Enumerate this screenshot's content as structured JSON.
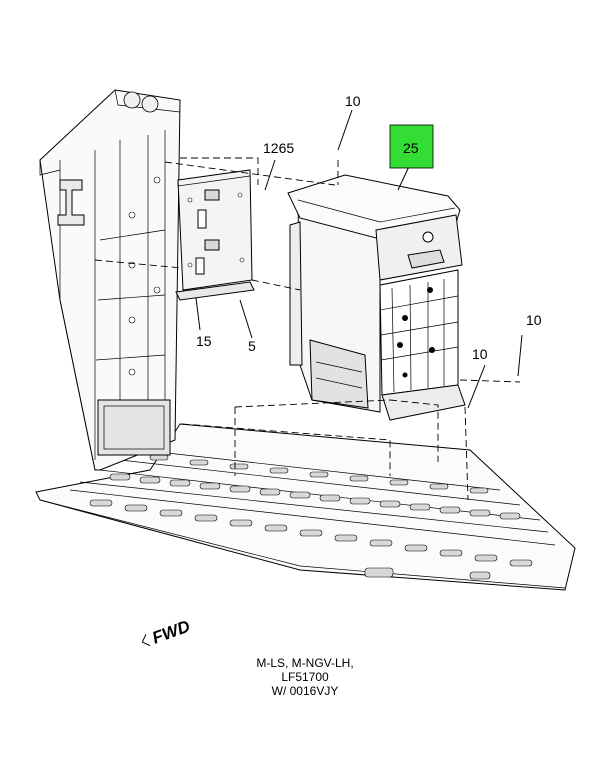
{
  "callouts": {
    "c10_top": "10",
    "c25": "25",
    "c1265": "1265",
    "c15": "15",
    "c5": "5",
    "c10_right": "10",
    "c10_mid": "10"
  },
  "fwd_label": "FWD",
  "caption_lines": [
    "M-LS, M-NGV-LH,",
    "LF51700",
    "W/ 0016VJY"
  ],
  "colors": {
    "highlight": "#33dd33",
    "ink": "#000000",
    "fill": "#f6f6f6"
  }
}
